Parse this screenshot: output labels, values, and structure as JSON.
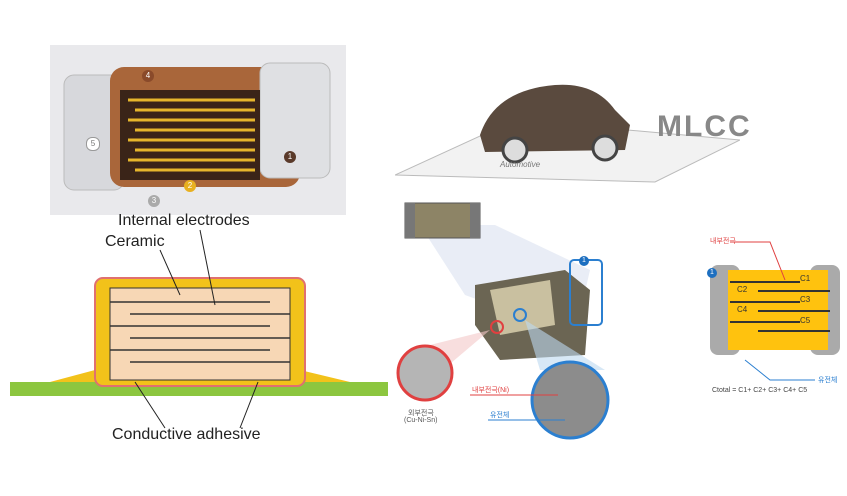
{
  "mlcc_3d": {
    "callouts": [
      "1",
      "2",
      "3",
      "4",
      "5"
    ]
  },
  "cross_section": {
    "internal_electrodes": "Internal electrodes",
    "ceramic": "Ceramic",
    "conductive_adhesive": "Conductive adhesive"
  },
  "automotive": {
    "logo": "MLCC",
    "caption": "Automotive"
  },
  "cutaway": {
    "callout": "1",
    "external_electrode": "외부전극",
    "external_electrode_material": "(Cu-Ni-Sn)",
    "internal_electrode_ni": "내부전극(Ni)",
    "dielectric": "유전체"
  },
  "circuit": {
    "callout": "1",
    "internal_electrode": "내부전극",
    "dielectric": "유전체",
    "caps": [
      "C1",
      "C2",
      "C3",
      "C4",
      "C5"
    ],
    "formula": "Ctotal = C1+ C2+ C3+ C4+ C5"
  }
}
